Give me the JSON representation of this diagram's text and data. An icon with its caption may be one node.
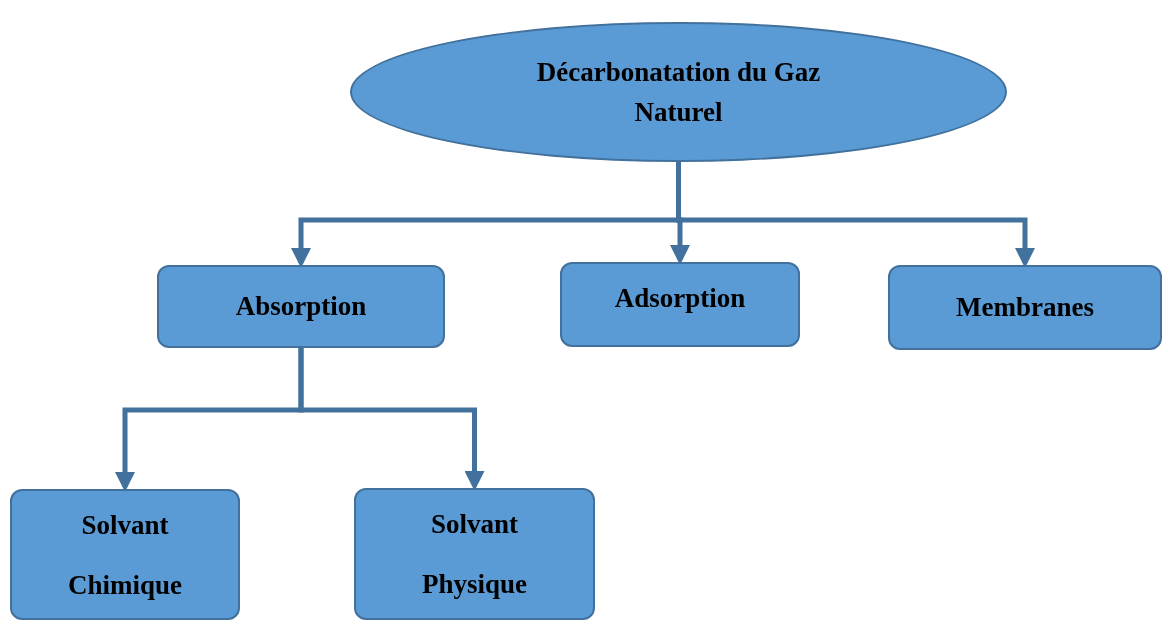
{
  "diagram": {
    "nodes": [
      {
        "text": [
          "Décarbonatation du Gaz Naturel"
        ]
      },
      {
        "text": [
          "Absorption"
        ]
      },
      {
        "text": [
          "Adsorption"
        ]
      },
      {
        "text": [
          "Membranes"
        ]
      },
      {
        "text": [
          "Solvant Chimique"
        ]
      },
      {
        "text": [
          "Solvant Physique"
        ]
      }
    ],
    "edges": [
      {
        "from": 0,
        "to": 1,
        "arrow": "to"
      },
      {
        "from": 0,
        "to": 2,
        "arrow": "to"
      },
      {
        "from": 0,
        "to": 3,
        "arrow": "to"
      },
      {
        "from": 1,
        "to": 4,
        "arrow": "to"
      },
      {
        "from": 1,
        "to": 5,
        "arrow": "to"
      }
    ]
  }
}
